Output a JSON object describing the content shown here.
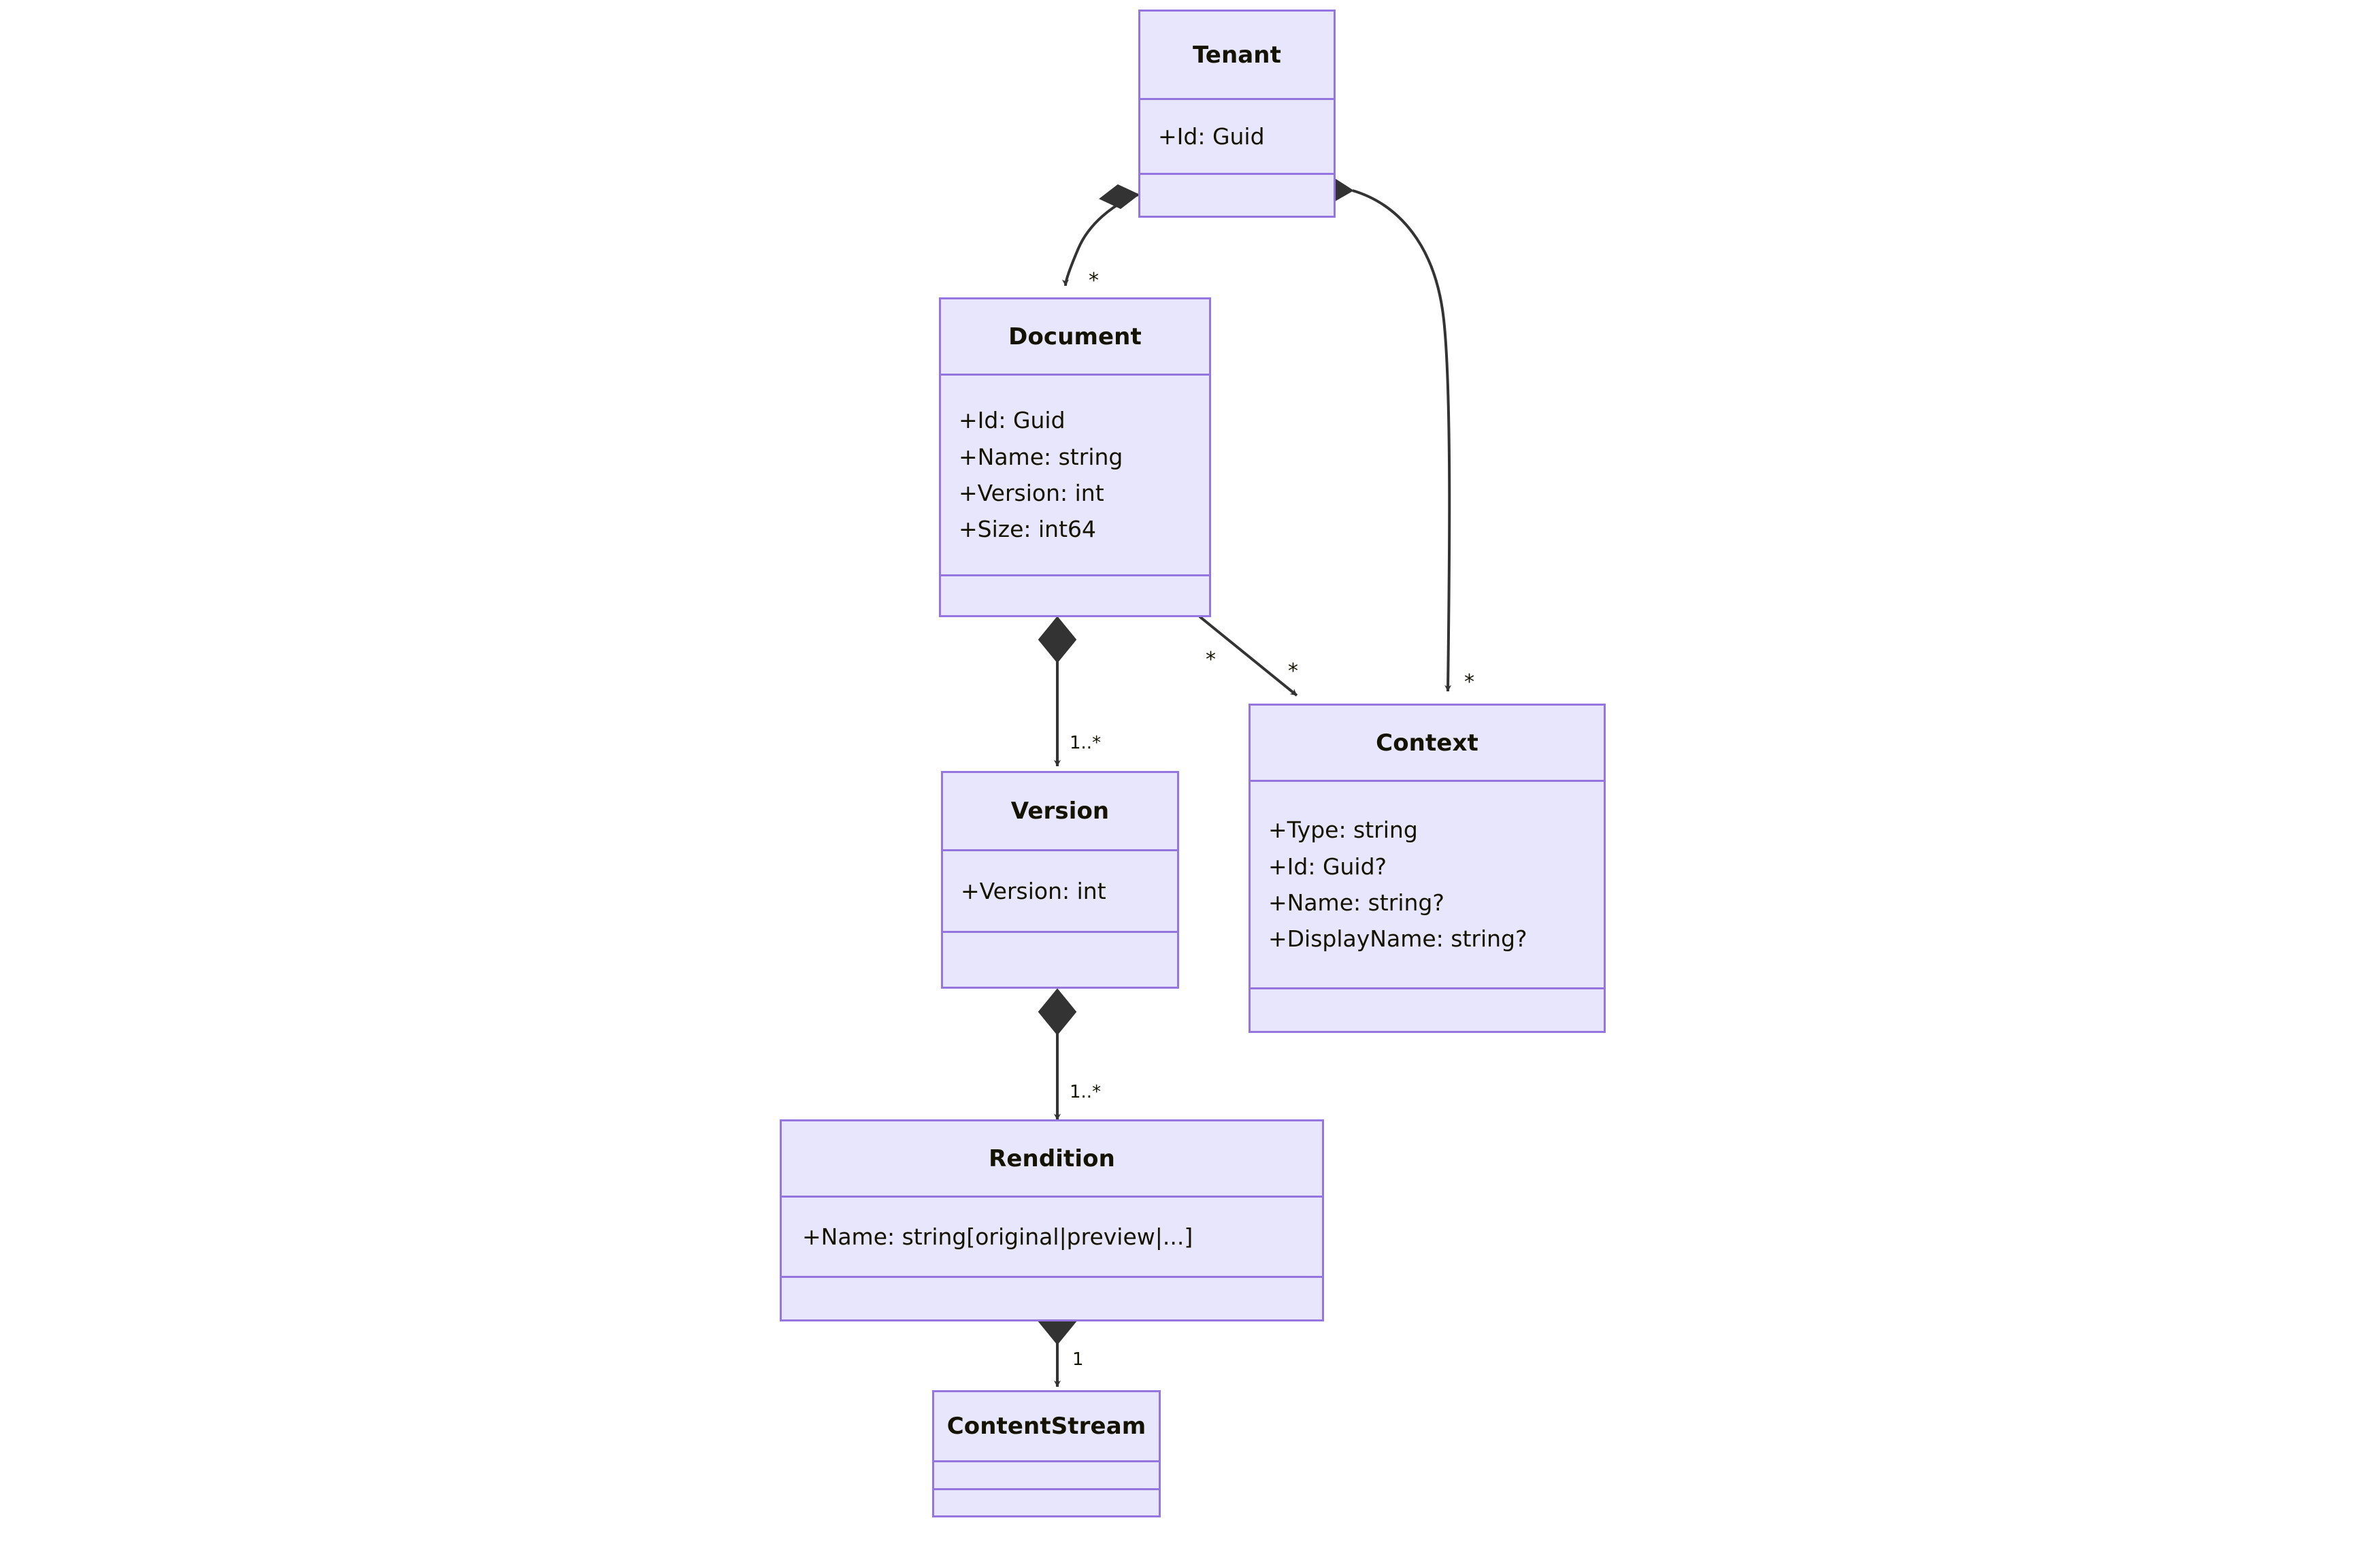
{
  "diagram": {
    "type": "uml-class-diagram",
    "background": "#ffffff",
    "node_fill": "#e8e6fc",
    "node_stroke": "#9575e0",
    "edge_stroke": "#333333",
    "text_color": "#131300"
  },
  "classes": {
    "tenant": {
      "name": "Tenant",
      "attributes": [
        "+Id: Guid"
      ],
      "methods": []
    },
    "document": {
      "name": "Document",
      "attributes": [
        "+Id: Guid",
        "+Name: string",
        "+Version: int",
        "+Size: int64"
      ],
      "methods": []
    },
    "context": {
      "name": "Context",
      "attributes": [
        "+Type: string",
        "+Id: Guid?",
        "+Name: string?",
        "+DisplayName: string?"
      ],
      "methods": []
    },
    "version": {
      "name": "Version",
      "attributes": [
        "+Version: int"
      ],
      "methods": []
    },
    "rendition": {
      "name": "Rendition",
      "attributes": [
        "+Name: string[original|preview|...]"
      ],
      "methods": []
    },
    "contentstream": {
      "name": "ContentStream",
      "attributes": [],
      "methods": []
    }
  },
  "relationships": [
    {
      "id": "tenant-document",
      "from": "Tenant",
      "to": "Document",
      "kind": "composition",
      "source_decoration": "filled-diamond",
      "target_decoration": "open-arrow",
      "target_multiplicity": "*"
    },
    {
      "id": "tenant-context",
      "from": "Tenant",
      "to": "Context",
      "kind": "composition",
      "source_decoration": "filled-diamond",
      "target_decoration": "open-arrow",
      "target_multiplicity": "*"
    },
    {
      "id": "document-context",
      "from": "Document",
      "to": "Context",
      "kind": "association",
      "source_decoration": "none",
      "target_decoration": "open-arrow",
      "source_multiplicity": "*",
      "target_multiplicity": "*"
    },
    {
      "id": "document-version",
      "from": "Document",
      "to": "Version",
      "kind": "composition",
      "source_decoration": "filled-diamond",
      "target_decoration": "open-arrow",
      "target_multiplicity": "1..*"
    },
    {
      "id": "version-rendition",
      "from": "Version",
      "to": "Rendition",
      "kind": "composition",
      "source_decoration": "filled-diamond",
      "target_decoration": "open-arrow",
      "target_multiplicity": "1..*"
    },
    {
      "id": "rendition-contentstream",
      "from": "Rendition",
      "to": "ContentStream",
      "kind": "composition",
      "source_decoration": "filled-diamond",
      "target_decoration": "open-arrow",
      "target_multiplicity": "1"
    }
  ]
}
